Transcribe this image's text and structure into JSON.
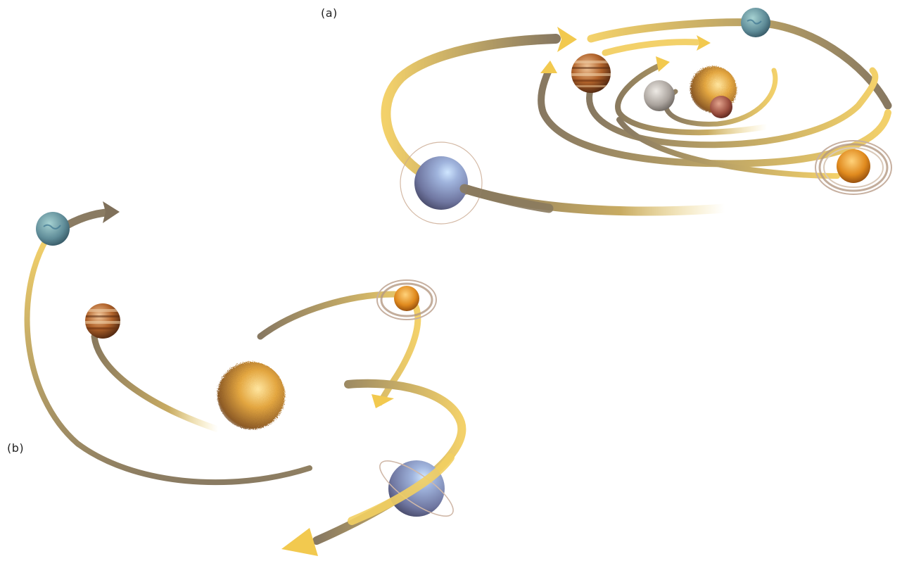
{
  "labels": {
    "a": "(a)",
    "b": "(b)"
  },
  "colors": {
    "ribbon_gold": "#f3d266",
    "ribbon_gray": "#8f8068",
    "ice_giant": "#8a93b8",
    "earth_like": "#6f9aa3",
    "gas_giant": "#b0622a",
    "ringed": "#d8801e",
    "rocky_gray": "#b7b2ad",
    "fuzzy_gold": "#d49a3a",
    "small_red": "#9a4d3e"
  },
  "panels": [
    {
      "id": "a",
      "bodies": [
        "ice-giant",
        "earth-like",
        "gas-giant-banded",
        "ringed-giant",
        "rocky-gray",
        "fuzzy-gold",
        "small-red"
      ]
    },
    {
      "id": "b",
      "bodies": [
        "earth-like",
        "gas-giant-banded",
        "fuzzy-gold",
        "ringed-giant",
        "ice-giant"
      ]
    }
  ]
}
